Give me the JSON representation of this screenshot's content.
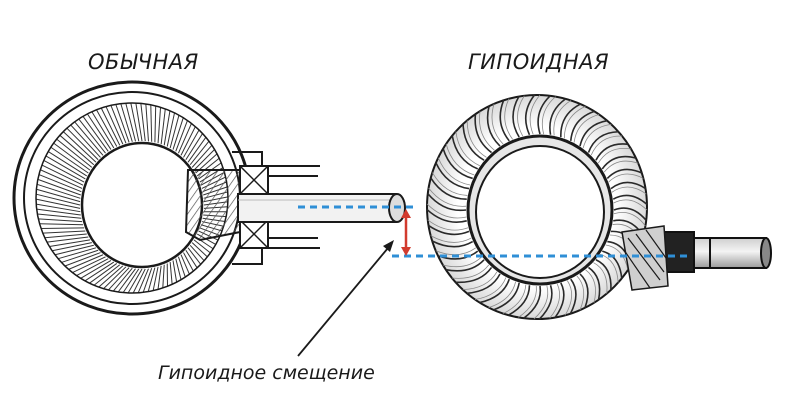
{
  "labels": {
    "conventional": "ОБЫЧНАЯ",
    "hypoid": "ГИПОИДНАЯ",
    "offset": "Гипоидное смещение"
  },
  "colors": {
    "axis_line": "#2f8fd6",
    "offset_arrow": "#d23b2e",
    "ink": "#1a1a1a"
  }
}
